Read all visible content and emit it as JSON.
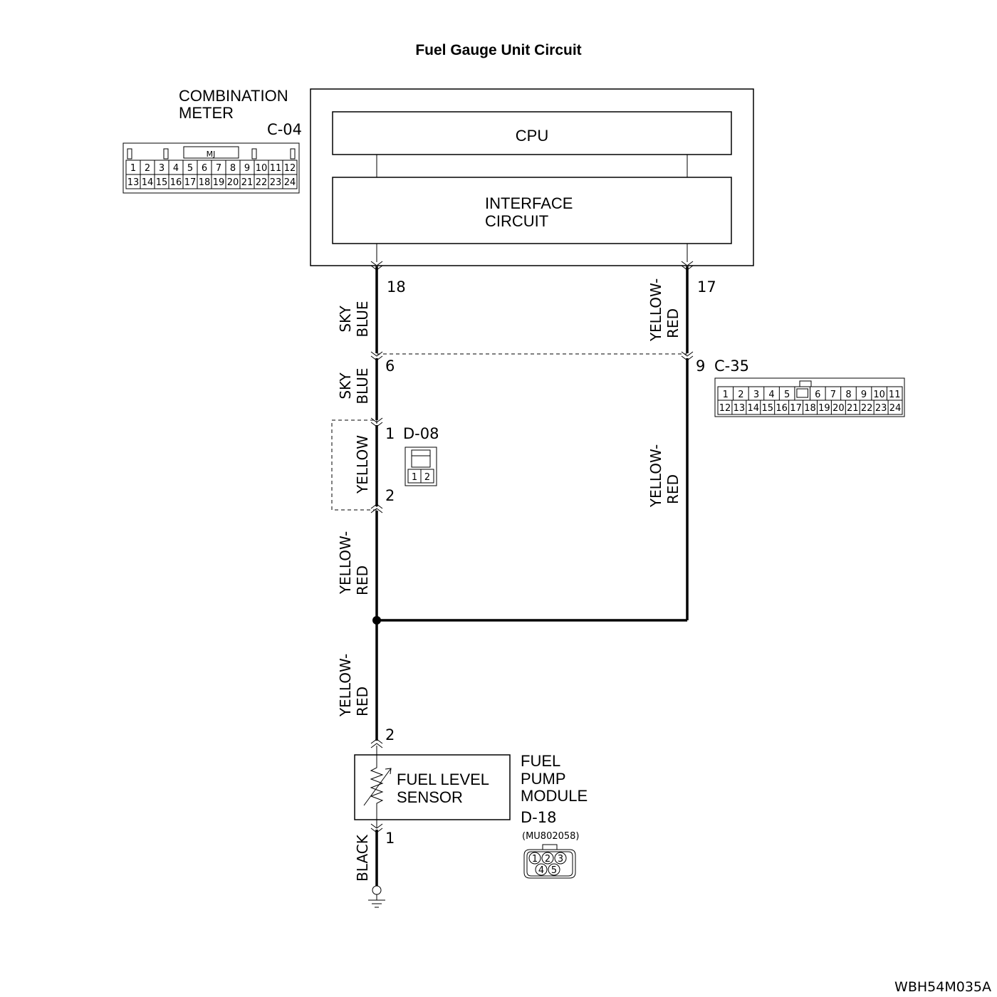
{
  "title": "Fuel Gauge Unit Circuit",
  "meter": {
    "label_line1": "COMBINATION",
    "label_line2": "METER",
    "connector": "C-04",
    "connector_key": "MJ",
    "pins_row1": [
      "1",
      "2",
      "3",
      "4",
      "5",
      "6",
      "7",
      "8",
      "9",
      "10",
      "11",
      "12"
    ],
    "pins_row2": [
      "13",
      "14",
      "15",
      "16",
      "17",
      "18",
      "19",
      "20",
      "21",
      "22",
      "23",
      "24"
    ],
    "cpu_label": "CPU",
    "interface_line1": "INTERFACE",
    "interface_line2": "CIRCUIT"
  },
  "left_wire": {
    "pin_meter": "18",
    "seg1_color_line1": "SKY",
    "seg1_color_line2": "BLUE",
    "pin_c35": "6",
    "seg2_color_line1": "SKY",
    "seg2_color_line2": "BLUE",
    "d08_pin_top": "1",
    "d08_connector": "D-08",
    "d08_pins": [
      "1",
      "2"
    ],
    "d08_color": "YELLOW",
    "d08_pin_bottom": "2",
    "seg3_color_line1": "YELLOW-",
    "seg3_color_line2": "RED",
    "seg4_color_line1": "YELLOW-",
    "seg4_color_line2": "RED",
    "pin_sensor_top": "2",
    "pin_sensor_bottom": "1",
    "ground_color": "BLACK"
  },
  "right_wire": {
    "pin_meter": "17",
    "seg1_color_line1": "YELLOW-",
    "seg1_color_line2": "RED",
    "pin_c35": "9",
    "c35_connector": "C-35",
    "c35_pins_row1": [
      "1",
      "2",
      "3",
      "4",
      "5",
      "",
      "6",
      "7",
      "8",
      "9",
      "10",
      "11"
    ],
    "c35_pins_row2": [
      "12",
      "13",
      "14",
      "15",
      "16",
      "17",
      "18",
      "19",
      "20",
      "21",
      "22",
      "23",
      "24"
    ],
    "seg2_color_line1": "YELLOW-",
    "seg2_color_line2": "RED"
  },
  "sensor": {
    "label_line1": "FUEL LEVEL",
    "label_line2": "SENSOR",
    "module_line1": "FUEL",
    "module_line2": "PUMP",
    "module_line3": "MODULE",
    "connector": "D-18",
    "part_number": "(MU802058)",
    "pins": [
      "1",
      "2",
      "3",
      "4",
      "5"
    ]
  },
  "figure_code": "WBH54M035A"
}
